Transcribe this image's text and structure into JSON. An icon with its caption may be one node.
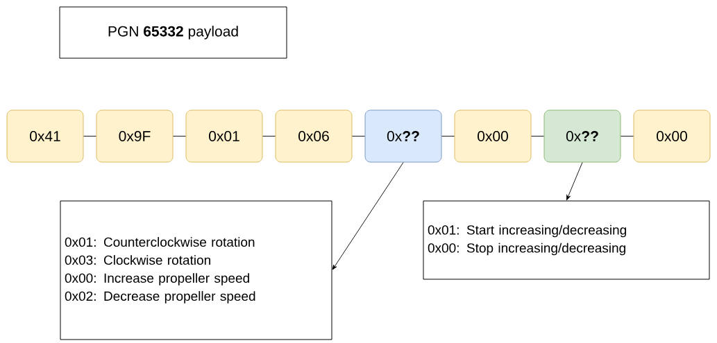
{
  "diagram": {
    "nodes": [
      {
        "text": [
          "PGN **65332** payload"
        ]
      },
      {
        "text": [
          "0x41"
        ]
      },
      {
        "text": [
          "0x9F"
        ]
      },
      {
        "text": [
          "0x01"
        ]
      },
      {
        "text": [
          "0x06"
        ]
      },
      {
        "text": [
          "0x**??**"
        ]
      },
      {
        "text": [
          "0x00"
        ]
      },
      {
        "text": [
          "0x**??**"
        ]
      },
      {
        "text": [
          "0x00"
        ]
      },
      {
        "text": [
          "0x01: Counterclockwise rotation",
          "0x03: Clockwise rotation",
          "0x00: Increase propeller speed",
          "0x02: Decrease propeller speed"
        ]
      },
      {
        "text": [
          "0x01: Start increasing/decreasing",
          "0x00: Stop increasing/decreasing"
        ]
      }
    ],
    "edges": [
      {
        "from": 1,
        "to": 2,
        "arrow": "none"
      },
      {
        "from": 2,
        "to": 3,
        "arrow": "none"
      },
      {
        "from": 3,
        "to": 4,
        "arrow": "none"
      },
      {
        "from": 4,
        "to": 5,
        "arrow": "none"
      },
      {
        "from": 5,
        "to": 6,
        "arrow": "none"
      },
      {
        "from": 6,
        "to": 7,
        "arrow": "none"
      },
      {
        "from": 7,
        "to": 8,
        "arrow": "none"
      },
      {
        "from": 5,
        "to": 9,
        "arrow": "to"
      },
      {
        "from": 7,
        "to": 10,
        "arrow": "to"
      }
    ]
  }
}
